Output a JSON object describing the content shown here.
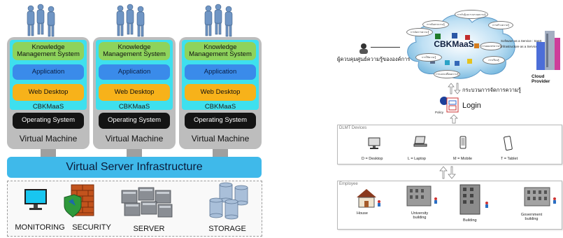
{
  "left": {
    "stacks": [
      {
        "km_label": "Knowledge Management System",
        "app_label": "Application",
        "wd_label": "Web Desktop",
        "cbk_label": "CBKMaaS",
        "os_label": "Operating System",
        "vm_label": "Virtual Machine"
      },
      {
        "km_label": "Knowledge Management System",
        "app_label": "Application",
        "wd_label": "Web Desktop",
        "cbk_label": "CBKMaaS",
        "os_label": "Operating System",
        "vm_label": "Virtual Machine"
      },
      {
        "km_label": "Knowledge Management System",
        "app_label": "Application",
        "wd_label": "Web Desktop",
        "cbk_label": "CBKMaaS",
        "os_label": "Operating System",
        "vm_label": "Virtual Machine"
      }
    ],
    "vsi_label": "Virtual Server Infrastructure",
    "infra": [
      {
        "label": "MONITORING",
        "icon": "monitor-icon"
      },
      {
        "label": "SECURITY",
        "icon": "firewall-icon"
      },
      {
        "label": "SERVER",
        "icon": "server-icon"
      },
      {
        "label": "STORAGE",
        "icon": "storage-icon"
      }
    ],
    "colors": {
      "km": "#8ed35c",
      "app": "#3a8bea",
      "web_desktop": "#f7b21a",
      "os": "#141414",
      "vm_frame": "#bdbdbd",
      "vm_inner": "#3ee0ee",
      "vsi": "#3fb9ea"
    }
  },
  "right": {
    "cloud_label": "CBKMaaS",
    "admin_label": "ผู้ควบคุมศูนย์ความรู้ขององค์การ",
    "process_label": "กระบวนการจัดการความรู้",
    "policy_label": "Policy",
    "login_label": "Login",
    "saas_label": "Software as a Service : SaaS",
    "iaas_label": "Infrastructure as a Service : IaaS",
    "provider_label": "Cloud Provider",
    "bubbles": [
      "การรับรู้และรวบรวมความรู้",
      "การค้นหาความรู้",
      "การสร้างความรู้",
      "การจัดการความรู้",
      "การเผยแพร่ความรู้",
      "การใช้ความรู้",
      "การเรียนรู้",
      "การแลกเปลี่ยนความรู้"
    ],
    "devices_title": "DLMT Devices",
    "devices": [
      {
        "label": "D = Desktop",
        "icon": "desktop-icon"
      },
      {
        "label": "L = Laptop",
        "icon": "laptop-icon"
      },
      {
        "label": "M = Mobile",
        "icon": "mobile-icon"
      },
      {
        "label": "T = Tablet",
        "icon": "tablet-icon"
      }
    ],
    "employee_title": "Employee",
    "buildings": [
      {
        "label": "House",
        "icon": "house-icon"
      },
      {
        "label": "University building",
        "icon": "university-icon"
      },
      {
        "label": "Building",
        "icon": "building-icon"
      },
      {
        "label": "Government building",
        "icon": "government-building-icon"
      }
    ]
  }
}
